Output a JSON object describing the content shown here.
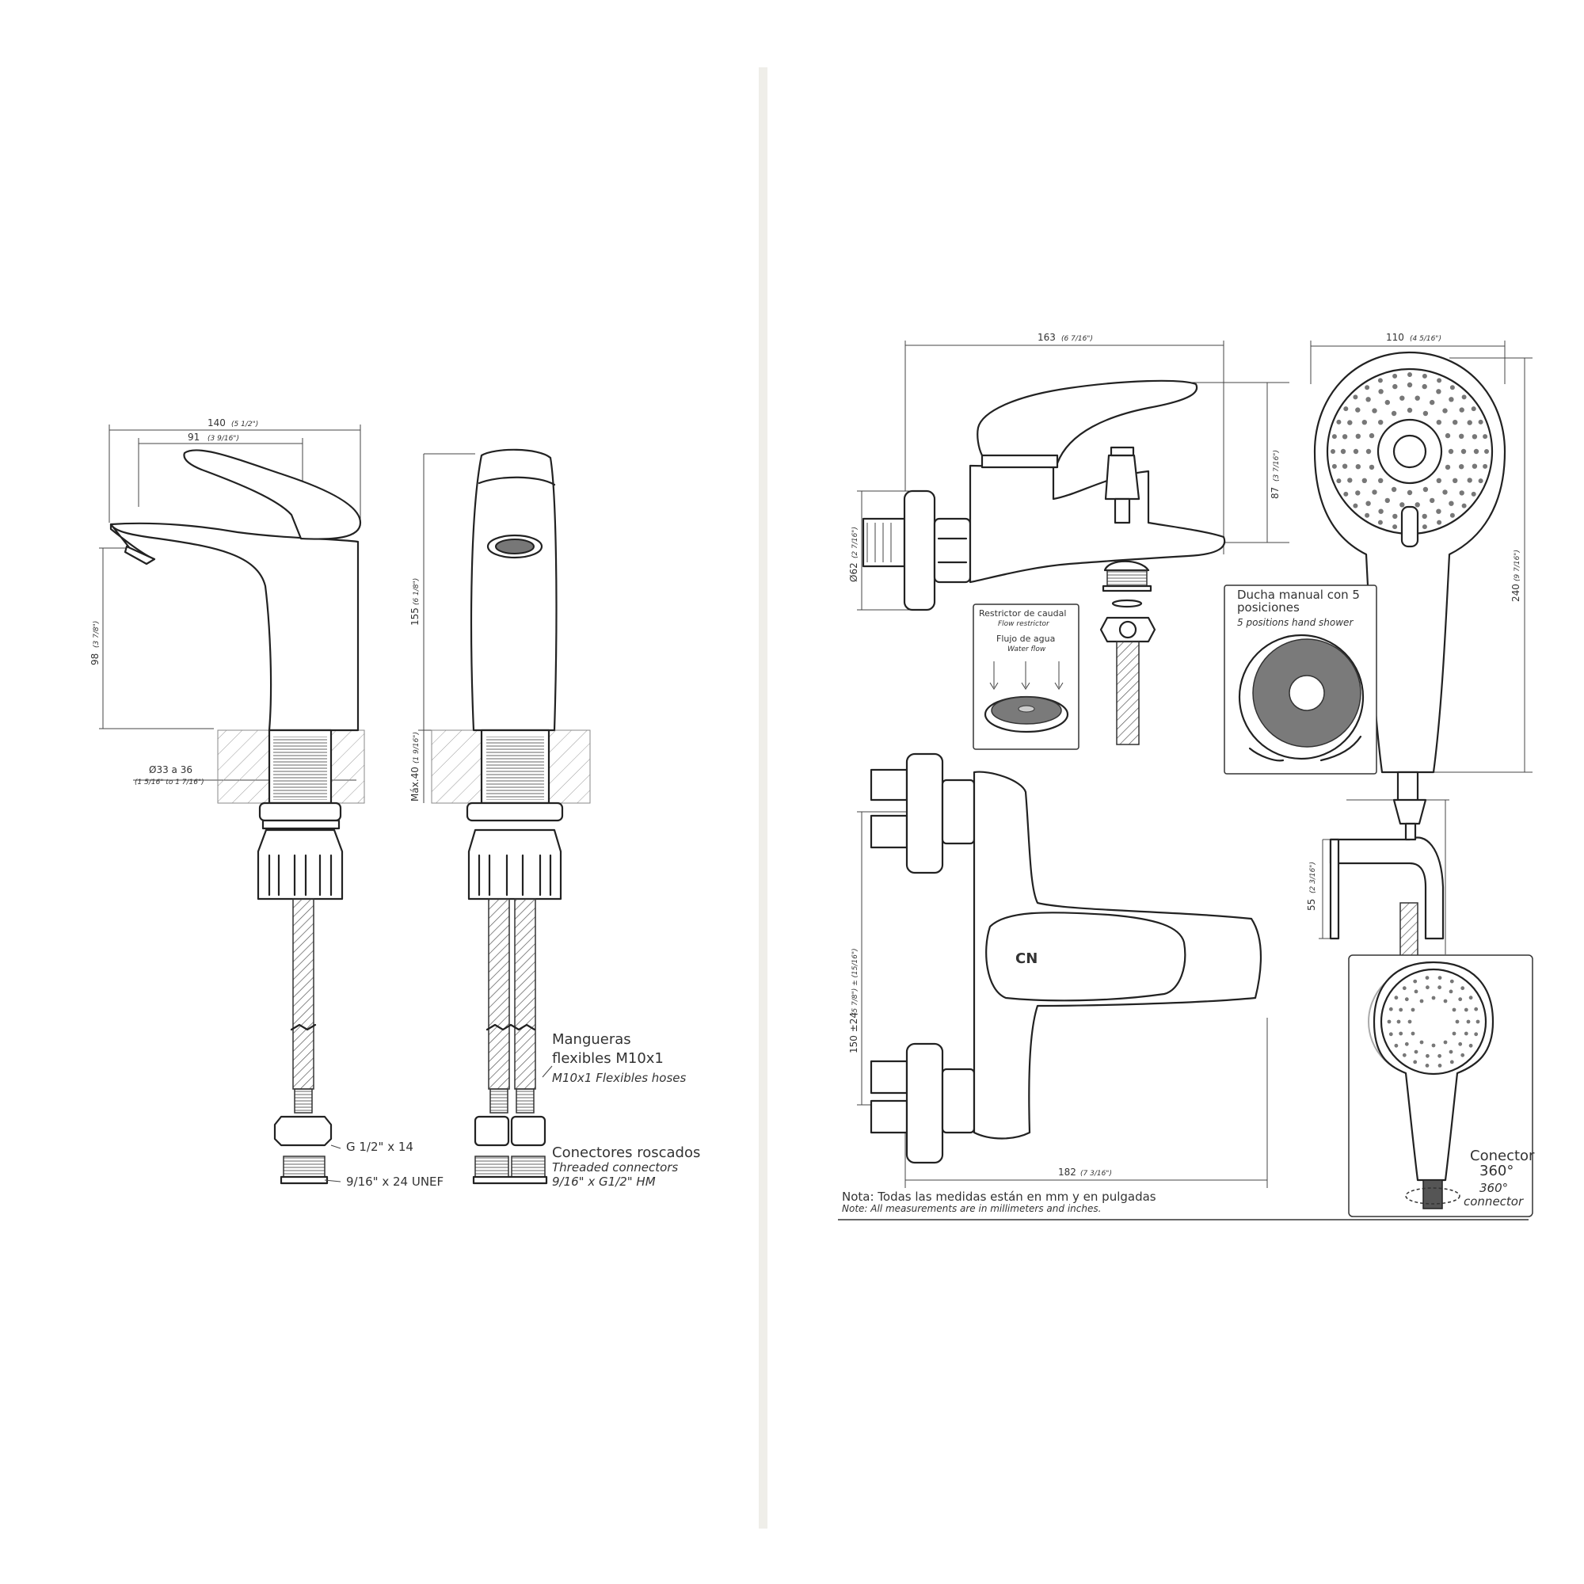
{
  "basin_faucet": {
    "dim_width_total": "140",
    "dim_width_total_in": "(5 1/2\")",
    "dim_width_spout": "91",
    "dim_width_spout_in": "(3 9/16\")",
    "dim_spout_height": "98",
    "dim_spout_height_in": "(3 7/8\")",
    "dim_hole": "Ø33 a 36",
    "dim_hole_in": "(1 5/16\" to 1 7/16\")",
    "dim_height": "155",
    "dim_height_in": "(6 1/8\")",
    "dim_max_deck": "Máx.40",
    "dim_max_deck_in": "(1 9/16\")",
    "hoses_es_1": "Mangueras",
    "hoses_es_2": "flexibles M10x1",
    "hoses_en": "M10x1 Flexibles hoses",
    "thread_g": "G 1/2\" x 14",
    "thread_unef": "9/16\" x 24 UNEF",
    "connectors_es": "Conectores roscados",
    "connectors_en": "Threaded connectors",
    "connectors_spec": "9/16\" x G1/2\"  HM"
  },
  "bath_shower_mixer": {
    "dim_width": "163",
    "dim_width_in": "(6 7/16\")",
    "dim_height": "87",
    "dim_height_in": "(3 7/16\")",
    "dim_flange": "Ø62",
    "dim_flange_in": "(2 7/16\")",
    "restrictor_es": "Restrictor de caudal",
    "restrictor_en": "Flow restrictor",
    "flow_es": "Flujo de agua",
    "flow_en": "Water flow",
    "dim_centers": "150 ±24",
    "dim_centers_in": "(5 7/8\") ± (15/16\")",
    "dim_bottom": "182",
    "dim_bottom_in": "(7 3/16\")"
  },
  "hand_shower": {
    "dim_width": "110",
    "dim_width_in": "(4 5/16\")",
    "dim_length": "240",
    "dim_length_in": "(9 7/16\")",
    "label_es_1": "Ducha manual con 5",
    "label_es_2": "posiciones",
    "label_en": "5 positions hand shower",
    "dim_holder": "55",
    "dim_holder_in": "(2 3/16\")",
    "connector_es_1": "Conector",
    "connector_es_2": "360°",
    "connector_en_1": "360°",
    "connector_en_2": "connector"
  },
  "note": {
    "es": "Nota: Todas las medidas están en mm y en pulgadas",
    "en": "Note: All measurements are in millimeters and inches."
  },
  "logo_text": "CN"
}
